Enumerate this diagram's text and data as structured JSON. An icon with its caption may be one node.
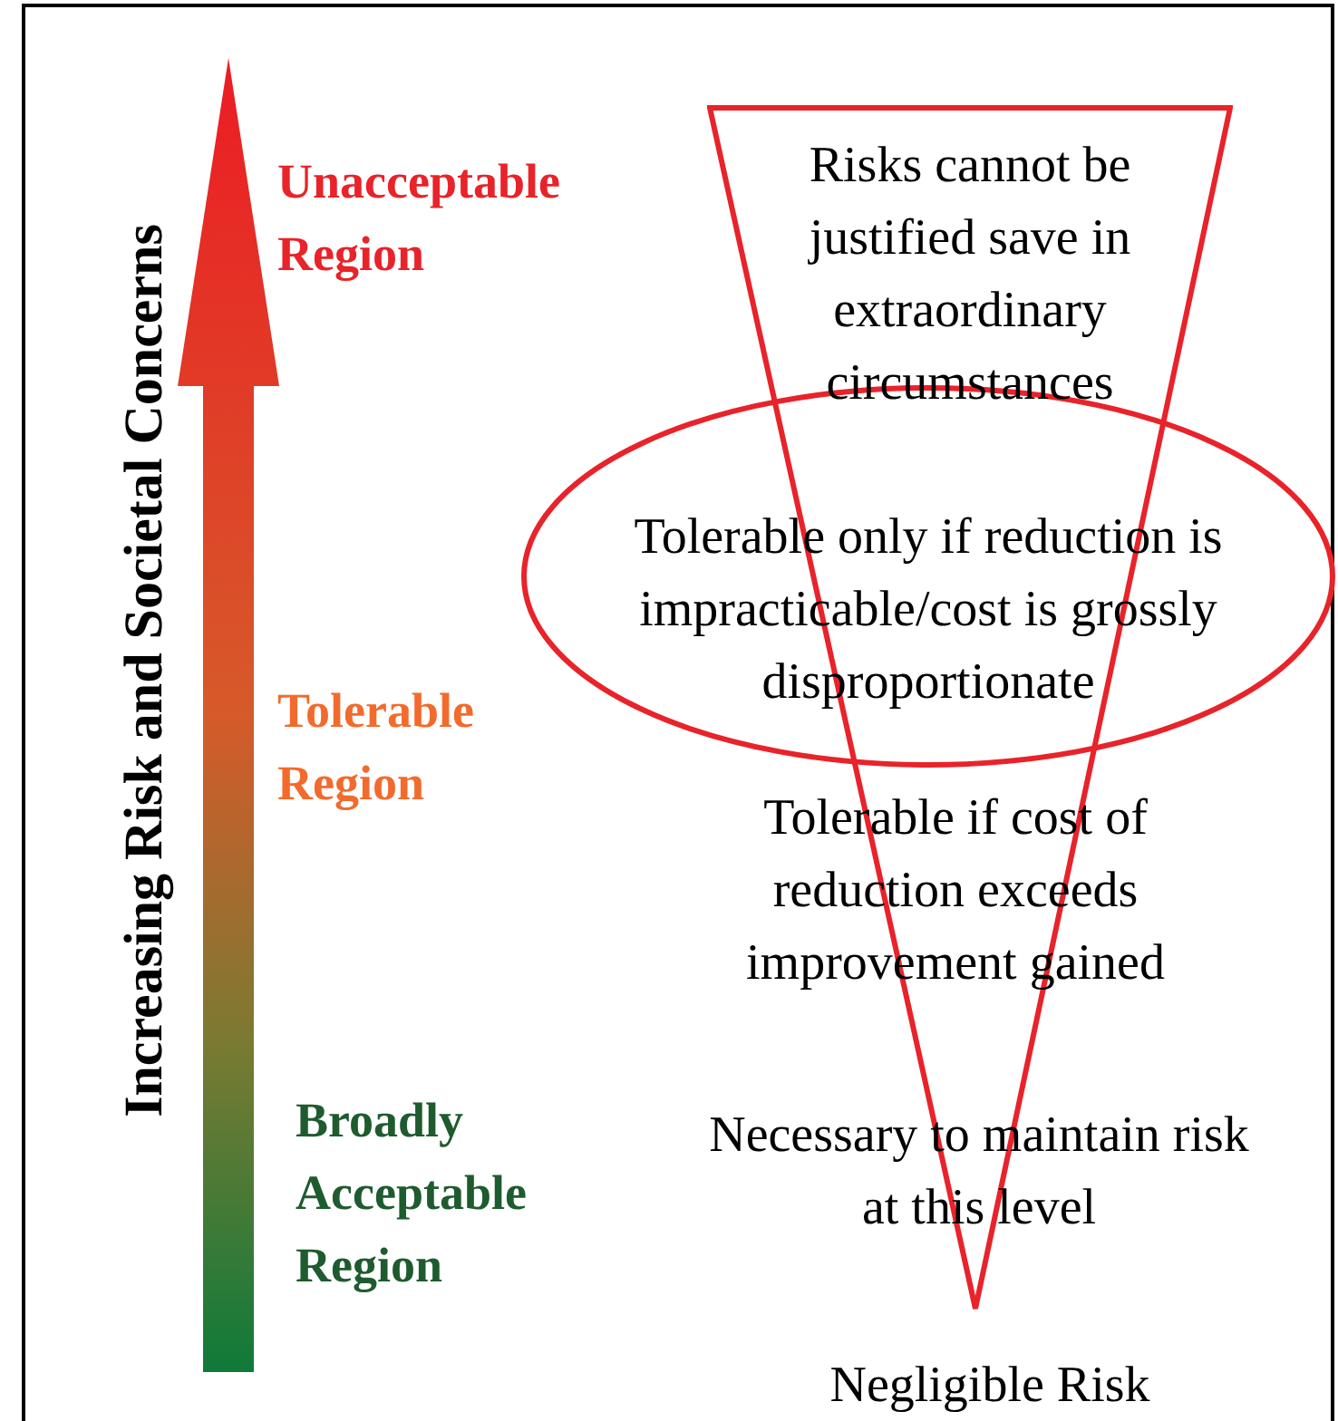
{
  "diagram": {
    "nodes": [
      {
        "text": [
          "Risks cannot be justified save in extraordinary circumstances",
          "Tolerable if cost of reduction exceeds improvement gained",
          "Necessary to maintain risk at this level"
        ]
      },
      {
        "text": [
          "Tolerable only if reduction is impracticable/cost is grossly disproportionate"
        ]
      }
    ],
    "labels": [
      "Increasing Risk and Societal Concerns",
      "Unacceptable Region",
      "Tolerable Region",
      "Broadly Acceptable Region",
      "Negligible Risk"
    ]
  }
}
